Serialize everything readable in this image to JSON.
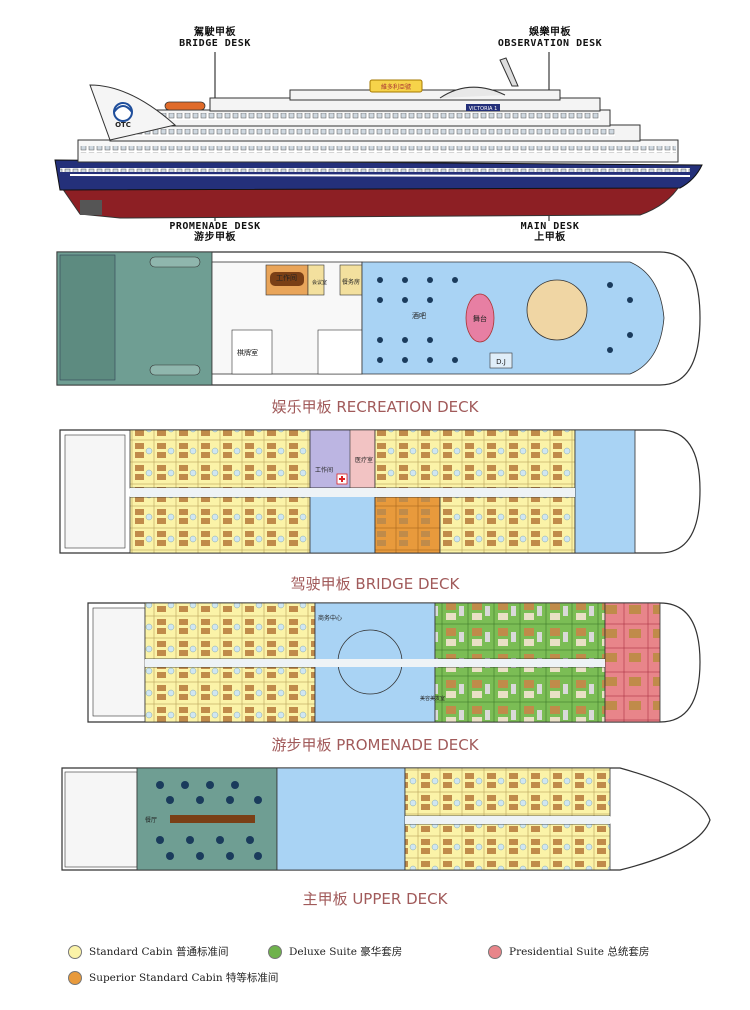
{
  "callouts": {
    "bridge": {
      "cn": "駕駛甲板",
      "en": "BRIDGE DESK"
    },
    "observation": {
      "cn": "娛樂甲板",
      "en": "OBSERVATION DESK"
    },
    "promenade": {
      "en": "PROMENADE DESK",
      "cn": "游步甲板"
    },
    "main": {
      "en": "MAIN DESK",
      "cn": "上甲板"
    }
  },
  "ship": {
    "logo": "OTC",
    "nameplate": "VICTORIA 1",
    "funnel_sign": "維多利亞號"
  },
  "decks": [
    {
      "title": "娱乐甲板 RECREATION DECK"
    },
    {
      "title": "驾驶甲板 BRIDGE DECK"
    },
    {
      "title": "游步甲板 PROMENADE DECK"
    },
    {
      "title": "主甲板 UPPER DECK"
    }
  ],
  "room_labels": {
    "work_room": "工作间",
    "meeting_room": "会议室",
    "snack": "餐务房",
    "bar": "酒吧",
    "stage": "舞台",
    "dj": "D.J",
    "chess": "棋牌室",
    "clinic": "医疗室",
    "business": "商务中心",
    "beauty": "美容美发室",
    "restaurant": "餐厅"
  },
  "legend": [
    {
      "label": "Standard Cabin 普通标准间",
      "color": "#fbf3a8"
    },
    {
      "label": "Deluxe Suite 豪华套房",
      "color": "#6fb24c"
    },
    {
      "label": "Presidential Suite 总统套房",
      "color": "#e8858a"
    },
    {
      "label": "Superior Standard Cabin 特等标准间",
      "color": "#e89a3c"
    }
  ]
}
